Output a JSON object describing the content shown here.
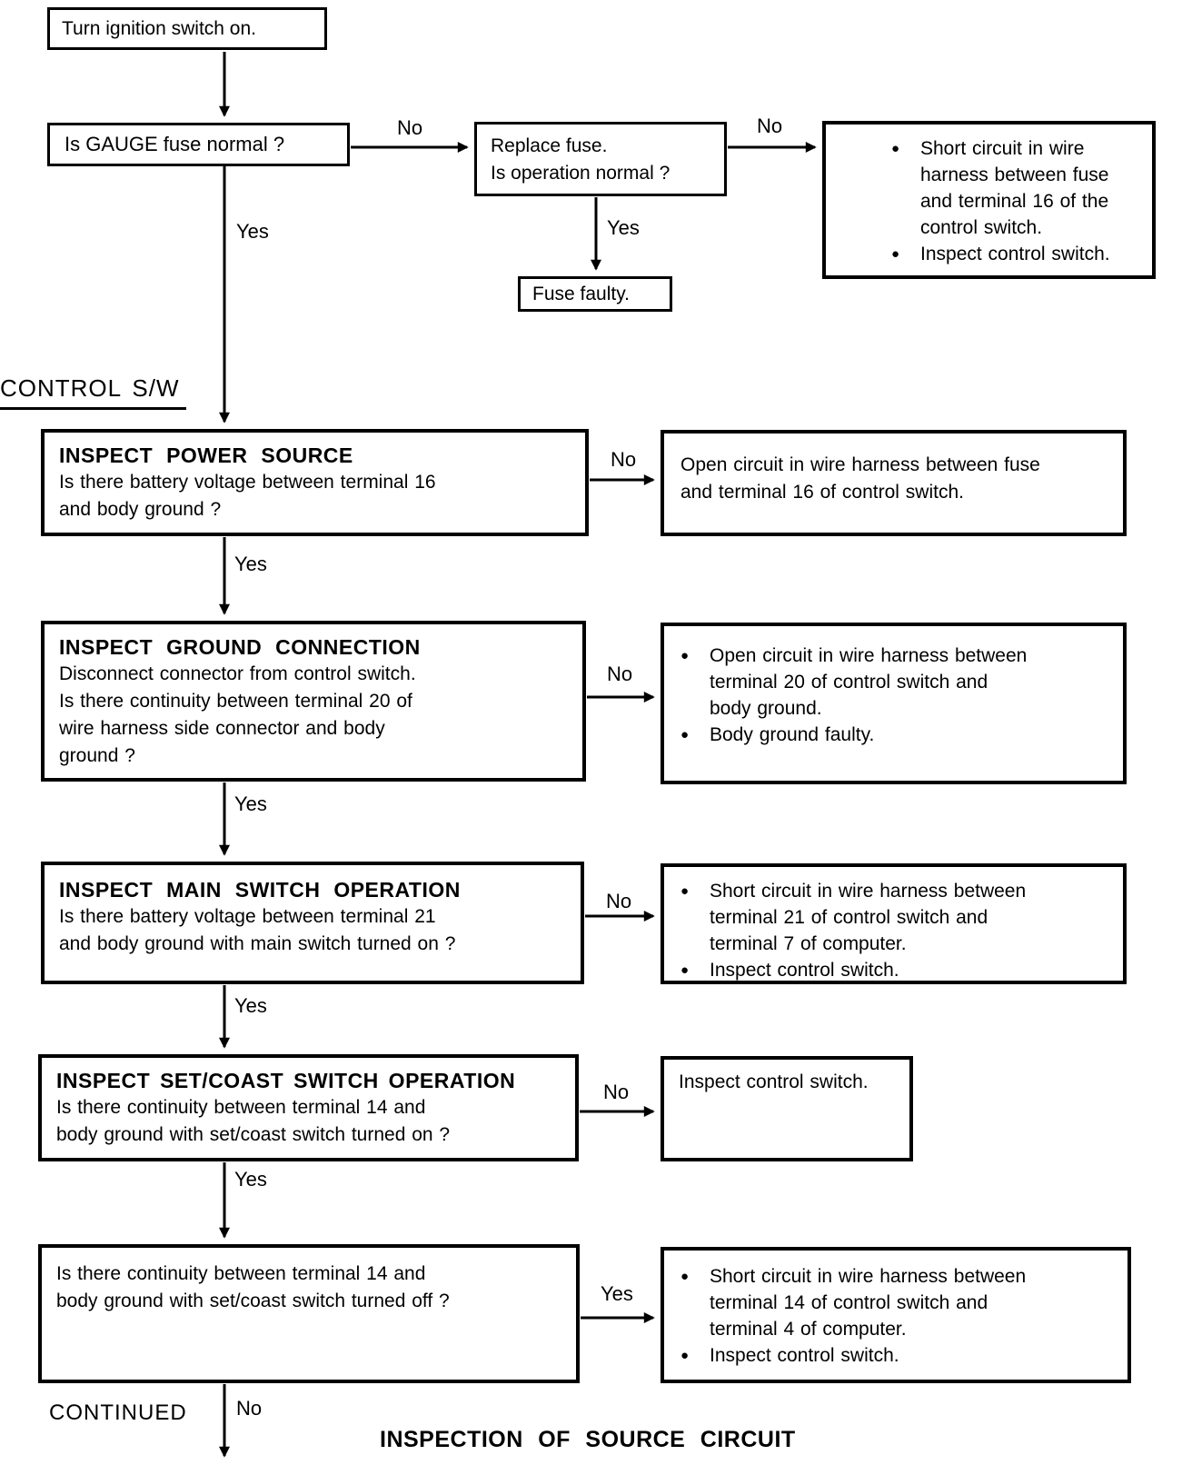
{
  "colors": {
    "ink": "#000000",
    "paper": "#ffffff"
  },
  "labels": {
    "yes": "Yes",
    "no": "No",
    "section": "CONTROL S/W",
    "continued": "CONTINUED",
    "caption": "INSPECTION OF SOURCE CIRCUIT"
  },
  "nodes": {
    "turn_ignition": {
      "text": "Turn ignition switch on."
    },
    "gauge_fuse": {
      "text": "Is GAUGE fuse normal ?"
    },
    "replace_fuse": {
      "text": "Replace fuse.\nIs operation normal ?"
    },
    "short_16": {
      "bullets": [
        "Short circuit in wire\nharness between fuse\nand terminal 16 of the\ncontrol switch.",
        "Inspect control switch."
      ]
    },
    "fuse_faulty": {
      "text": "Fuse faulty."
    },
    "power_source": {
      "title": "INSPECT POWER SOURCE",
      "body": "Is there battery voltage between terminal 16\nand body ground ?"
    },
    "open_16": {
      "text": "Open circuit in wire harness between fuse\nand terminal 16 of control switch."
    },
    "ground_connection": {
      "title": "INSPECT GROUND CONNECTION",
      "body": "Disconnect connector from control switch.\nIs there continuity between terminal 20 of\nwire harness side connector and body\nground ?"
    },
    "open_20": {
      "bullets": [
        "Open circuit in wire harness between\nterminal 20 of control switch and\nbody ground.",
        "Body ground faulty."
      ]
    },
    "main_switch": {
      "title": "INSPECT MAIN SWITCH OPERATION",
      "body": "Is there battery voltage between terminal 21\nand body ground with main switch turned on ?"
    },
    "short_21": {
      "bullets": [
        "Short circuit in wire harness between\nterminal 21 of control switch and\nterminal 7 of computer.",
        "Inspect control switch."
      ]
    },
    "set_coast_on": {
      "title": "INSPECT SET/COAST SWITCH OPERATION",
      "body": "Is there continuity between terminal 14 and\nbody ground with set/coast switch turned on ?"
    },
    "inspect_control": {
      "text": "Inspect control switch."
    },
    "set_coast_off": {
      "text": "Is there continuity between terminal 14 and\nbody ground with set/coast switch turned off ?"
    },
    "short_14": {
      "bullets": [
        "Short circuit in wire harness between\nterminal 14 of control switch and\nterminal 4 of computer.",
        "Inspect control switch."
      ]
    }
  }
}
